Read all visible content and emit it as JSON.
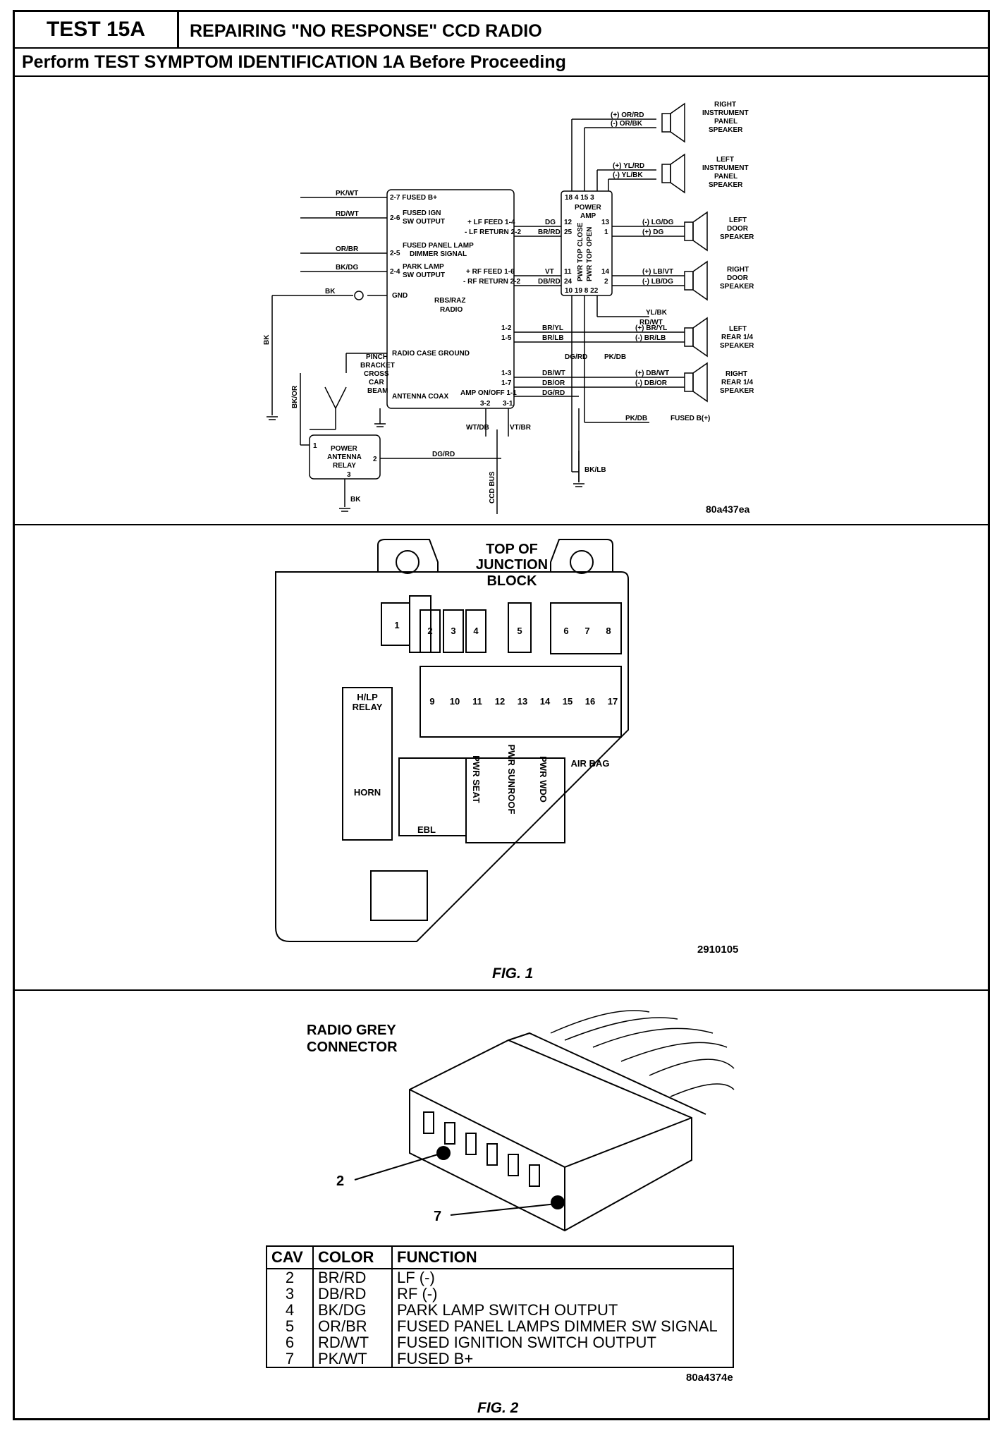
{
  "header": {
    "test_id": "TEST 15A",
    "title": "REPAIRING \"NO RESPONSE\" CCD RADIO",
    "instruction": "Perform TEST SYMPTOM IDENTIFICATION 1A Before Proceeding"
  },
  "schematic": {
    "code": "80a437ea",
    "radio": {
      "name_lines": [
        "RBS/RAZ",
        "RADIO"
      ],
      "left_pins": [
        "2-7 FUSED B+",
        "2-6",
        "FUSED IGN",
        "SW OUTPUT",
        "FUSED PANEL LAMP",
        "DIMMER SIGNAL",
        "2-5",
        "2-4",
        "PARK LAMP",
        "SW OUTPUT",
        "GND",
        "RADIO CASE GROUND",
        "ANTENNA COAX"
      ],
      "right_pins": [
        "+ LF FEED 1-4",
        "- LF RETURN 2-2",
        "+ RF FEED 1-6",
        "- RF RETURN 2-2",
        "1-2",
        "1-5",
        "1-3",
        "1-7",
        "AMP ON/OFF 1-1",
        "3-2",
        "3-1"
      ]
    },
    "left_wires": [
      "PK/WT",
      "RD/WT",
      "OR/BR",
      "BK/DG",
      "BK",
      "BK",
      "BK/OR"
    ],
    "mid_wires": [
      "DG",
      "BR/RD",
      "VT",
      "DB/RD",
      "BR/YL",
      "BR/LB",
      "DB/WT",
      "DB/OR",
      "DG/RD",
      "DG/RD",
      "PK/DB",
      "WT/DB",
      "VT/BR",
      "CCD BUS",
      "BK/LB"
    ],
    "pinch": [
      "PINCH",
      "BRACKET",
      "CROSS",
      "CAR",
      "BEAM"
    ],
    "relay": {
      "lines": [
        "POWER",
        "ANTENNA",
        "RELAY"
      ],
      "pins": [
        "1",
        "2",
        "3"
      ],
      "wires": [
        "DG/RD",
        "BK"
      ]
    },
    "amp": {
      "lines": [
        "POWER",
        "AMP"
      ],
      "top_pins": "18 4 15 3",
      "bottom_pins": "10 19 8 22",
      "left_pins": [
        "12",
        "25",
        "11",
        "24"
      ],
      "right_pins": [
        "13",
        "1",
        "14",
        "2"
      ],
      "vertical": [
        "PWR TOP CLOSE",
        "PWR TOP OPEN"
      ]
    },
    "speakers": [
      {
        "name": [
          "RIGHT",
          "INSTRUMENT",
          "PANEL",
          "SPEAKER"
        ],
        "wires": [
          "(+) OR/RD",
          "(-) OR/BK"
        ]
      },
      {
        "name": [
          "LEFT",
          "INSTRUMENT",
          "PANEL",
          "SPEAKER"
        ],
        "wires": [
          "(+) YL/RD",
          "(-) YL/BK"
        ]
      },
      {
        "name": [
          "LEFT",
          "DOOR",
          "SPEAKER"
        ],
        "wires": [
          "(-) LG/DG",
          "(+) DG"
        ]
      },
      {
        "name": [
          "RIGHT",
          "DOOR",
          "SPEAKER"
        ],
        "wires": [
          "(+) LB/VT",
          "(-) LB/DG"
        ]
      },
      {
        "name": [
          "LEFT",
          "REAR 1/4",
          "SPEAKER"
        ],
        "wires": [
          "(+) BR/YL",
          "(-) BR/LB"
        ]
      },
      {
        "name": [
          "RIGHT",
          "REAR 1/4",
          "SPEAKER"
        ],
        "wires": [
          "(+) DB/WT",
          "(-) DB/OR"
        ]
      }
    ],
    "amp_extra": [
      "YL/BK",
      "RD/WT",
      "FUSED B(+)"
    ]
  },
  "fig1": {
    "title_lines": [
      "TOP OF",
      "JUNCTION",
      "BLOCK"
    ],
    "fuses_top": [
      "1",
      "2",
      "3",
      "4",
      "5",
      "6",
      "7",
      "8"
    ],
    "fuses_mid": [
      "9",
      "10",
      "11",
      "12",
      "13",
      "14",
      "15",
      "16",
      "17"
    ],
    "labels": {
      "hlp": "H/LP",
      "relay": "RELAY",
      "horn": "HORN",
      "ebl": "EBL",
      "airbag": "AIR BAG"
    },
    "relays": [
      "PWR SEAT",
      "PWR SUNROOF",
      "PWR WDO"
    ],
    "code": "2910105",
    "caption": "FIG. 1"
  },
  "fig2": {
    "title_lines": [
      "RADIO GREY",
      "CONNECTOR"
    ],
    "callouts": [
      "2",
      "7"
    ],
    "table": {
      "headers": [
        "CAV",
        "COLOR",
        "FUNCTION"
      ],
      "rows": [
        [
          "2",
          "BR/RD",
          "LF (-)"
        ],
        [
          "3",
          "DB/RD",
          "RF (-)"
        ],
        [
          "4",
          "BK/DG",
          "PARK LAMP SWITCH OUTPUT"
        ],
        [
          "5",
          "OR/BR",
          "FUSED PANEL LAMPS DIMMER SW SIGNAL"
        ],
        [
          "6",
          "RD/WT",
          "FUSED IGNITION SWITCH  OUTPUT"
        ],
        [
          "7",
          "PK/WT",
          "FUSED B+"
        ]
      ]
    },
    "code": "80a4374e",
    "caption": "FIG. 2"
  }
}
